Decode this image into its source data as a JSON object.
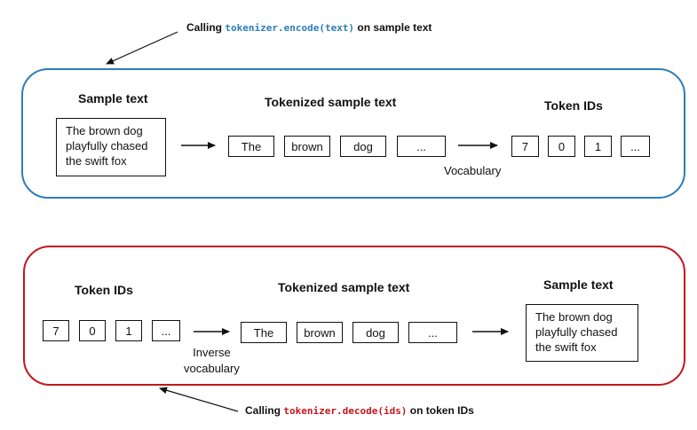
{
  "colors": {
    "encode_accent": "#2e7db8",
    "decode_accent": "#c3161c",
    "ink": "#111111"
  },
  "encode": {
    "callout_prefix": "Calling",
    "callout_code": "tokenizer.encode(text)",
    "callout_suffix": "on sample text",
    "sample_heading": "Sample text",
    "sample_lines": [
      "The brown dog",
      "playfully chased",
      "the swift fox"
    ],
    "tokens_heading": "Tokenized sample text",
    "tokens": [
      "The",
      "brown",
      "dog",
      "..."
    ],
    "mapping_label": "Vocabulary",
    "ids_heading": "Token IDs",
    "ids": [
      "7",
      "0",
      "1",
      "..."
    ]
  },
  "decode": {
    "callout_prefix": "Calling",
    "callout_code": "tokenizer.decode(ids)",
    "callout_suffix": "on token IDs",
    "ids_heading": "Token IDs",
    "ids": [
      "7",
      "0",
      "1",
      "..."
    ],
    "mapping_label_lines": [
      "Inverse",
      "vocabulary"
    ],
    "tokens_heading": "Tokenized sample text",
    "tokens": [
      "The",
      "brown",
      "dog",
      "..."
    ],
    "sample_heading": "Sample text",
    "sample_lines": [
      "The brown dog",
      "playfully chased",
      "the swift fox"
    ]
  }
}
